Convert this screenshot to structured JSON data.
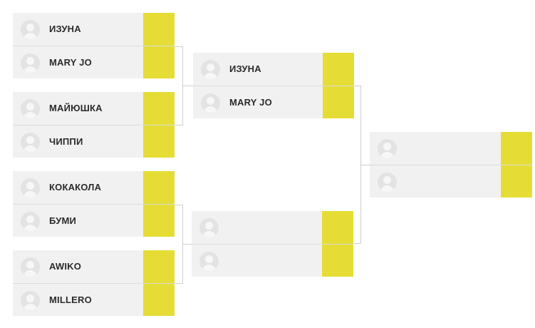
{
  "bracket": {
    "round1": [
      {
        "players": [
          "ИЗУНА",
          "MARY JO"
        ]
      },
      {
        "players": [
          "МАЙЮШКА",
          "ЧИППИ"
        ]
      },
      {
        "players": [
          "КОКАКОЛА",
          "БУМИ"
        ]
      },
      {
        "players": [
          "AWIKO",
          "MILLERO"
        ]
      }
    ],
    "round2": [
      {
        "players": [
          "ИЗУНА",
          "MARY JO"
        ]
      },
      {
        "players": [
          "",
          ""
        ]
      }
    ],
    "final": [
      {
        "players": [
          "",
          ""
        ]
      }
    ]
  },
  "icons": {
    "avatar": "user-avatar-icon"
  },
  "colors": {
    "score_cell": "#e5dd35",
    "slot_background": "#f1f1f1",
    "connector": "#cfcfcf",
    "text": "#2b2b2b"
  }
}
